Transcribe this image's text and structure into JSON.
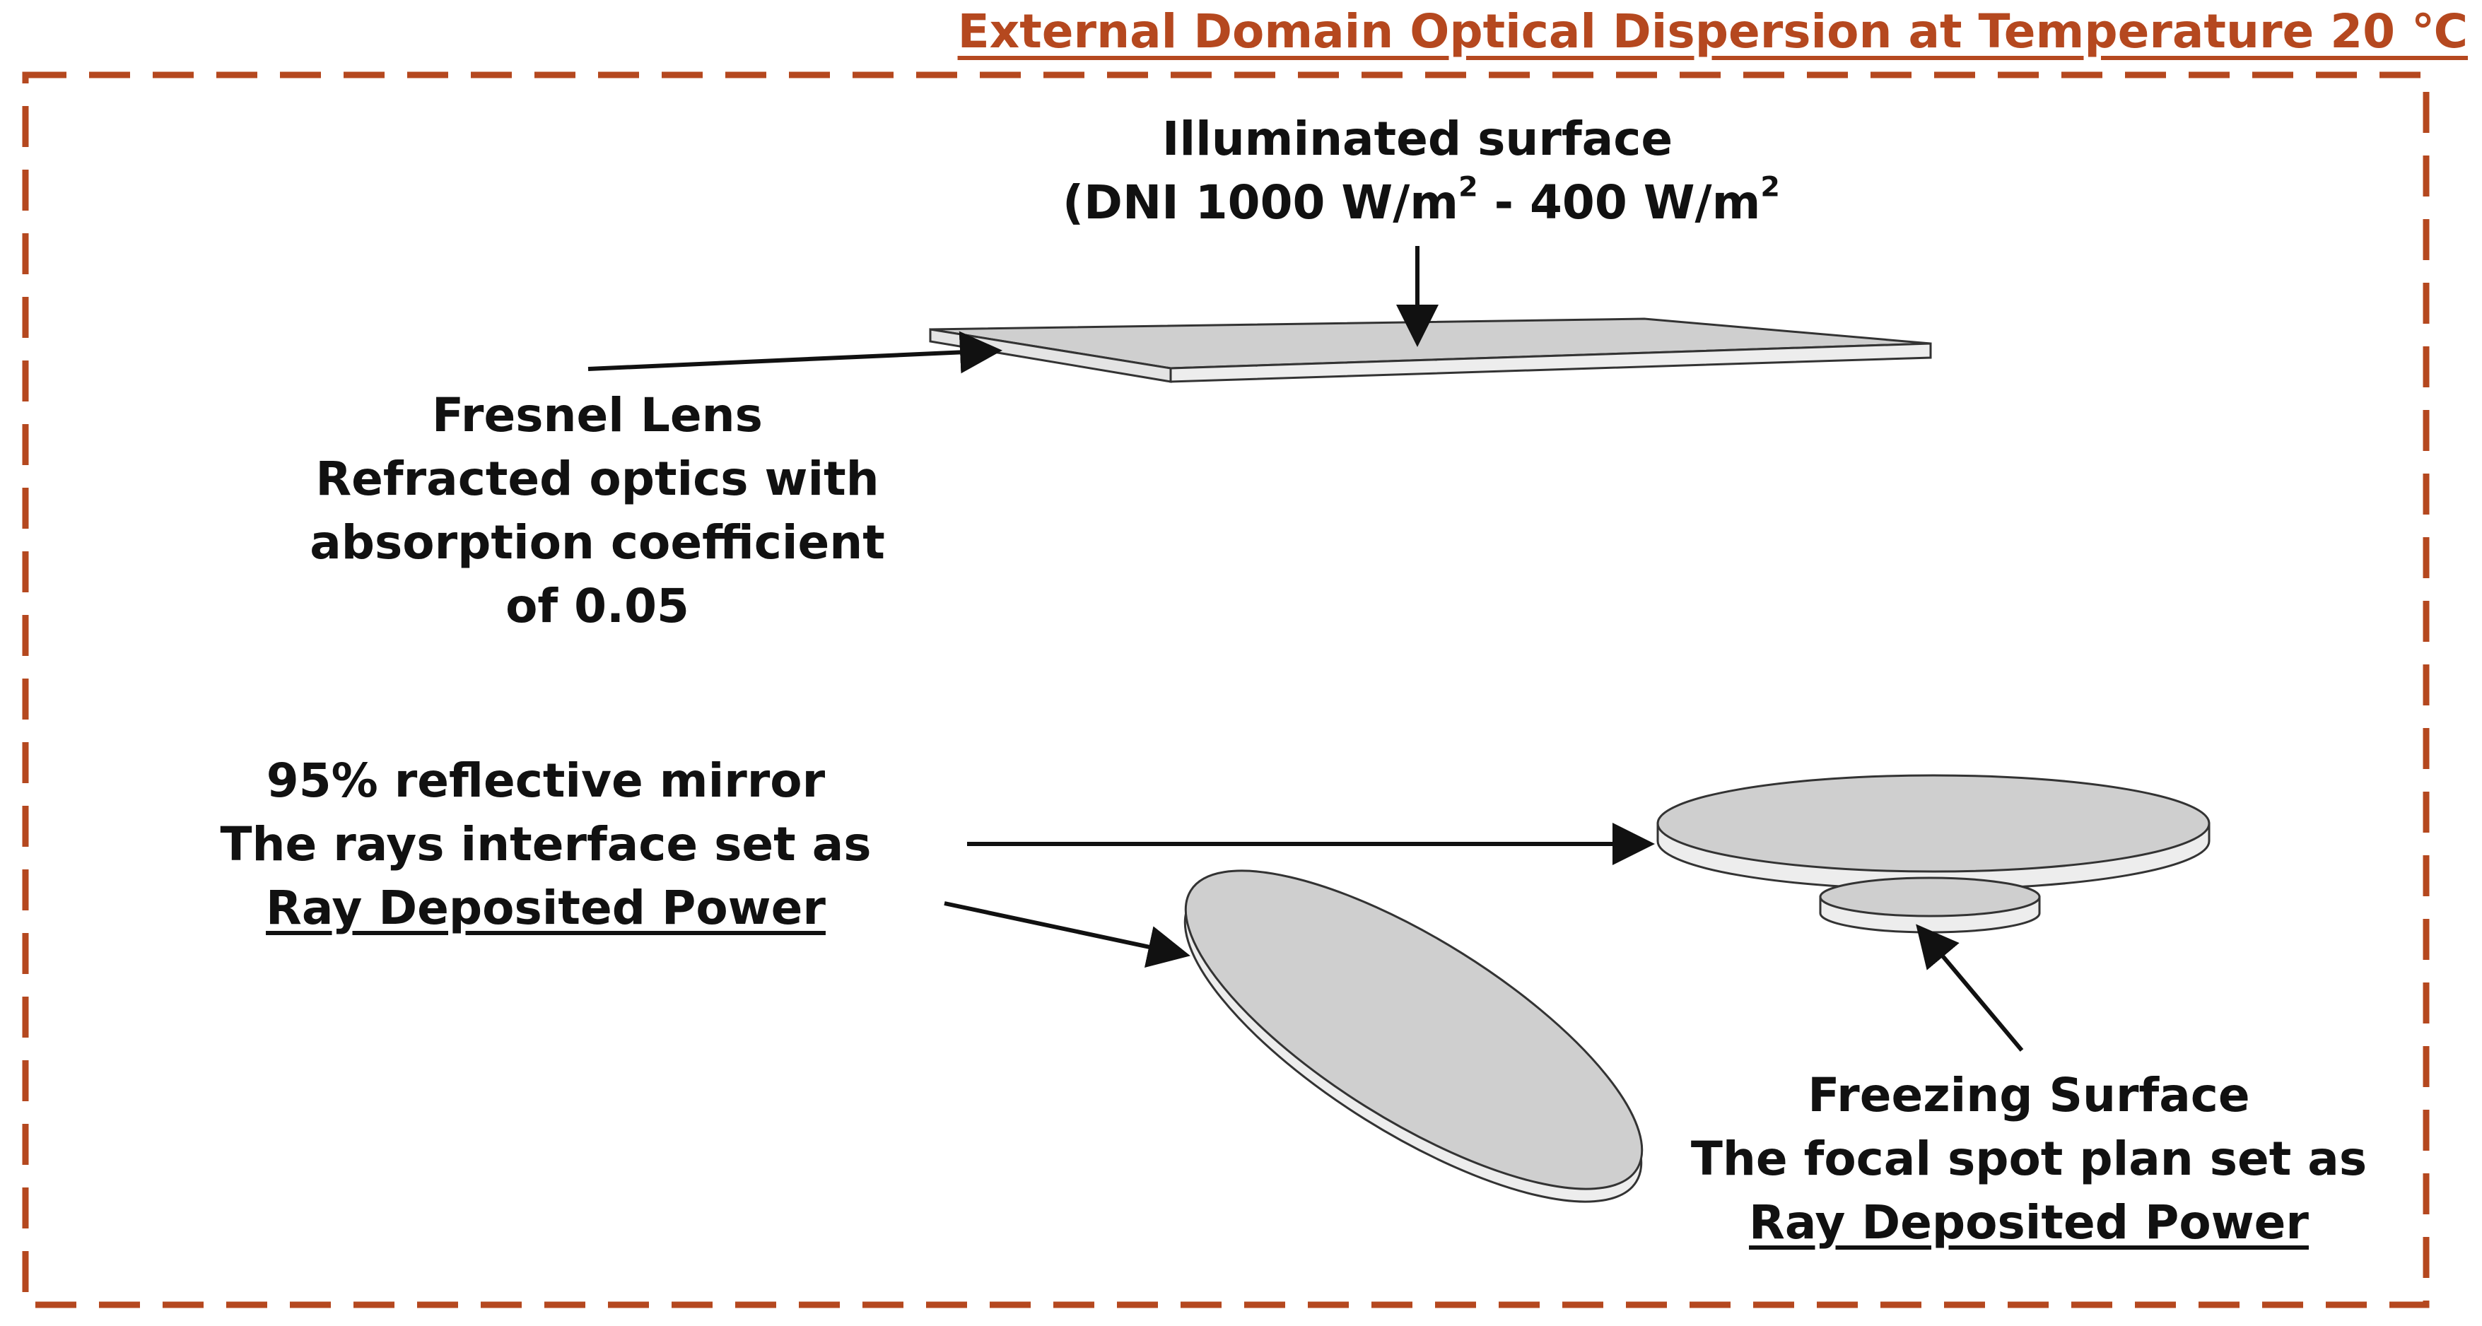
{
  "title": "External Domain Optical Dispersion at Temperature 20 ℃",
  "illuminated": {
    "line1": "Illuminated surface",
    "line2_prefix": "(DNI 1000 W/m",
    "line2_mid": " - 400 W/m",
    "sup": "2"
  },
  "fresnel": {
    "line1": "Fresnel Lens",
    "line2": "Refracted optics with",
    "line3": "absorption coefficient",
    "line4": "of 0.05"
  },
  "mirror": {
    "line1": "95% reflective mirror",
    "line2": "The rays interface set as",
    "line3": "Ray Deposited Power"
  },
  "freezing": {
    "line1": "Freezing Surface",
    "line2": "The focal spot plan set as",
    "line3": "Ray Deposited Power"
  },
  "colors": {
    "frame": "#b5481f",
    "title": "#b5481f",
    "surface_fill": "#cfcfcf",
    "edge_fill": "#ededed",
    "outline": "#333333"
  }
}
